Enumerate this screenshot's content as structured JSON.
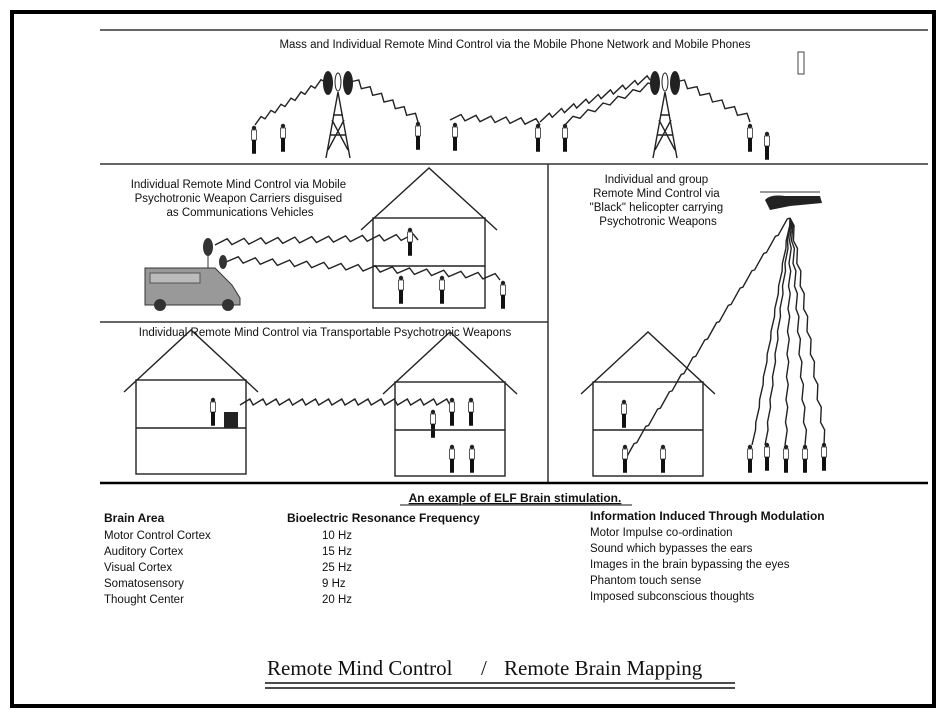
{
  "panels": {
    "mobile_network": {
      "title": "Mass and Individual Remote Mind Control via the Mobile Phone Network and Mobile Phones"
    },
    "vehicle": {
      "title_lines": [
        "Individual Remote Mind Control via Mobile",
        "Psychotronic Weapon Carriers disguised",
        "as Communications Vehicles"
      ]
    },
    "helicopter": {
      "title_lines": [
        "Individual and group",
        "Remote Mind Control via",
        "\"Black\" helicopter carrying",
        "Psychotronic Weapons"
      ]
    },
    "transportable": {
      "title": "Individual Remote Mind Control via Transportable Psychotronic Weapons"
    }
  },
  "table": {
    "title": "An example of ELF Brain stimulation.",
    "headers": [
      "Brain Area",
      "Bioelectric Resonance Frequency",
      "Information Induced Through Modulation"
    ],
    "rows": [
      [
        "Motor Control Cortex",
        "10 Hz",
        "Motor Impulse co-ordination"
      ],
      [
        "Auditory Cortex",
        "15 Hz",
        "Sound which bypasses the ears"
      ],
      [
        "Visual Cortex",
        "25 Hz",
        "Images in the brain bypassing the eyes"
      ],
      [
        "Somatosensory",
        "9 Hz",
        "Phantom touch sense"
      ],
      [
        "Thought Center",
        "20 Hz",
        "Imposed subconscious thoughts"
      ]
    ]
  },
  "footer": {
    "left": "Remote Mind Control",
    "separator": "/",
    "right": "Remote Brain Mapping"
  }
}
